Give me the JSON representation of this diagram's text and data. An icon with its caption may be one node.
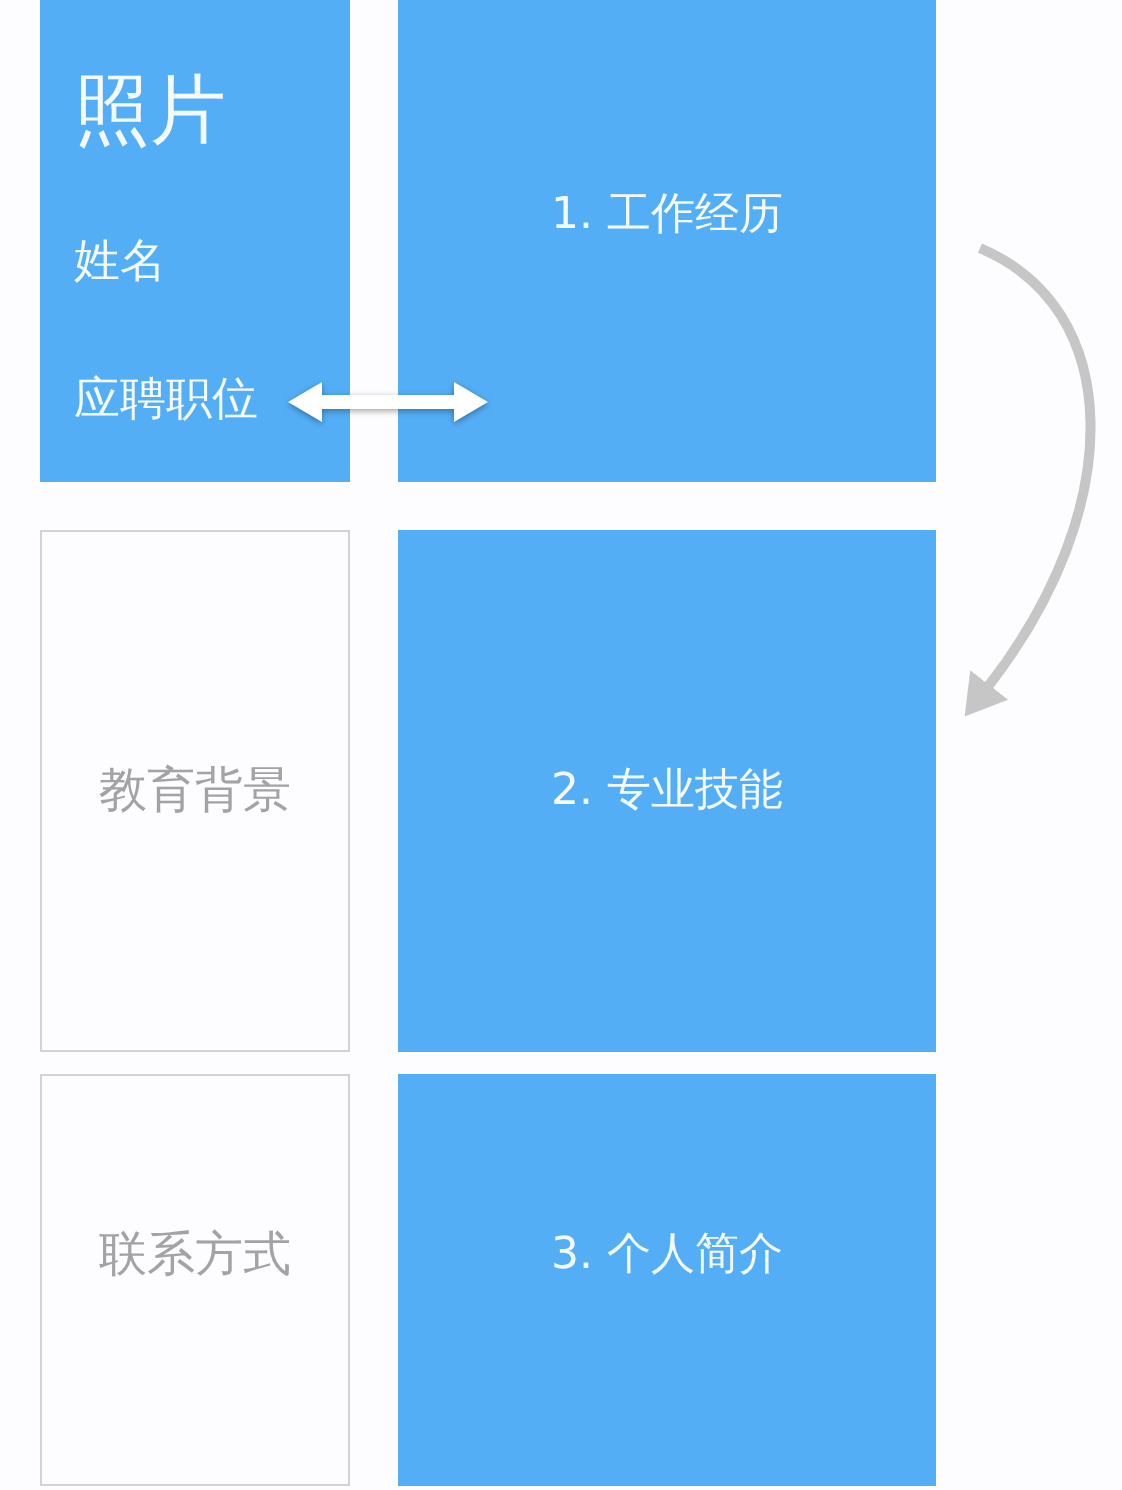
{
  "diagram": {
    "nodes": [
      {
        "text": [
          "照片",
          "姓名",
          "应聘职位"
        ]
      },
      {
        "text": [
          "1. 工作经历"
        ]
      },
      {
        "text": [
          "教育背景"
        ]
      },
      {
        "text": [
          "2. 专业技能"
        ]
      },
      {
        "text": [
          "联系方式"
        ]
      },
      {
        "text": [
          "3. 个人简介"
        ]
      }
    ],
    "edges": [
      {
        "from": 0,
        "to": 1,
        "arrow": "both",
        "color": "#ffffff"
      },
      {
        "from": 1,
        "to": 3,
        "arrow": "to",
        "color": "#c6c6c6"
      }
    ]
  }
}
